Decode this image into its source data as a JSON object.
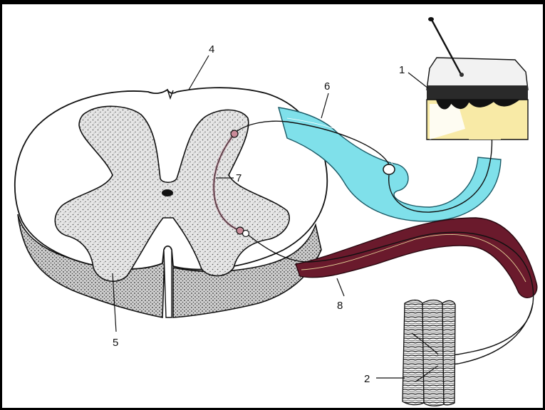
{
  "diagram": {
    "labels": [
      {
        "id": "skin-receptor",
        "text": "1"
      },
      {
        "id": "muscle",
        "text": "2"
      },
      {
        "id": "white-matter",
        "text": "4"
      },
      {
        "id": "gray-matter",
        "text": "5"
      },
      {
        "id": "dorsal-root",
        "text": "6"
      },
      {
        "id": "interneuron",
        "text": "7"
      },
      {
        "id": "ventral-root",
        "text": "8"
      }
    ]
  },
  "colors": {
    "dorsal_root": "#7fe0ea",
    "ventral_root": "#6a1a2c",
    "interneuron": "#b58795",
    "skin_dermis": "#f8eaa6",
    "gray_matter": "#d4d4d4",
    "outline": "#111111"
  }
}
